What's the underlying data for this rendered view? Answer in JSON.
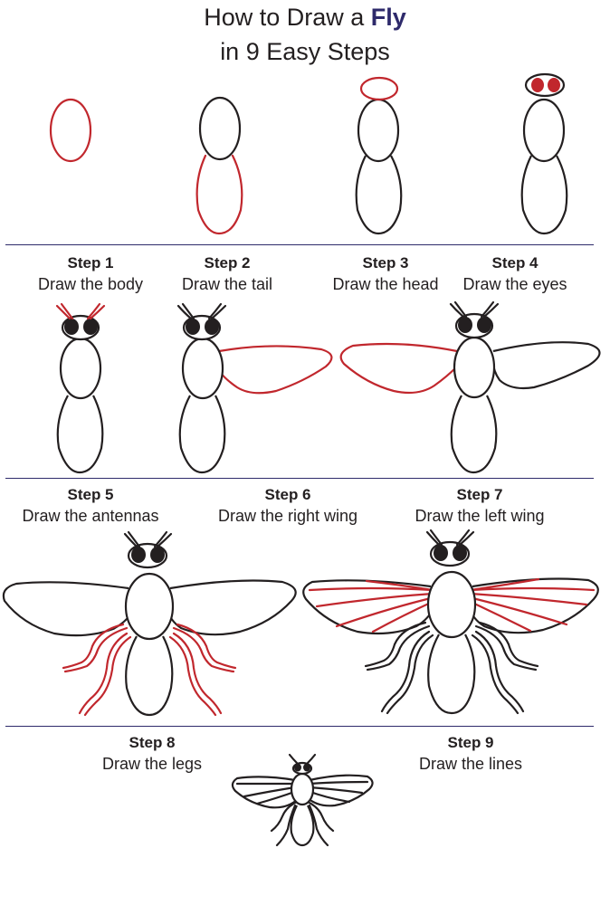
{
  "title": {
    "line1_prefix": "How to Draw a",
    "line1_subject": "Fly",
    "line2": "in 9 Easy Steps"
  },
  "steps": [
    {
      "number": "Step 1",
      "description": "Draw the body"
    },
    {
      "number": "Step 2",
      "description": "Draw the tail"
    },
    {
      "number": "Step 3",
      "description": "Draw the head"
    },
    {
      "number": "Step 4",
      "description": "Draw the eyes"
    },
    {
      "number": "Step 5",
      "description": "Draw the antennas"
    },
    {
      "number": "Step 6",
      "description": "Draw the right wing"
    },
    {
      "number": "Step 7",
      "description": "Draw the left wing"
    },
    {
      "number": "Step 8",
      "description": "Draw the legs"
    },
    {
      "number": "Step 9",
      "description": "Draw the lines"
    }
  ],
  "colors": {
    "highlight_stroke": "#c1272d",
    "outline_stroke": "#231f20",
    "title_accent": "#2e2a6b"
  }
}
